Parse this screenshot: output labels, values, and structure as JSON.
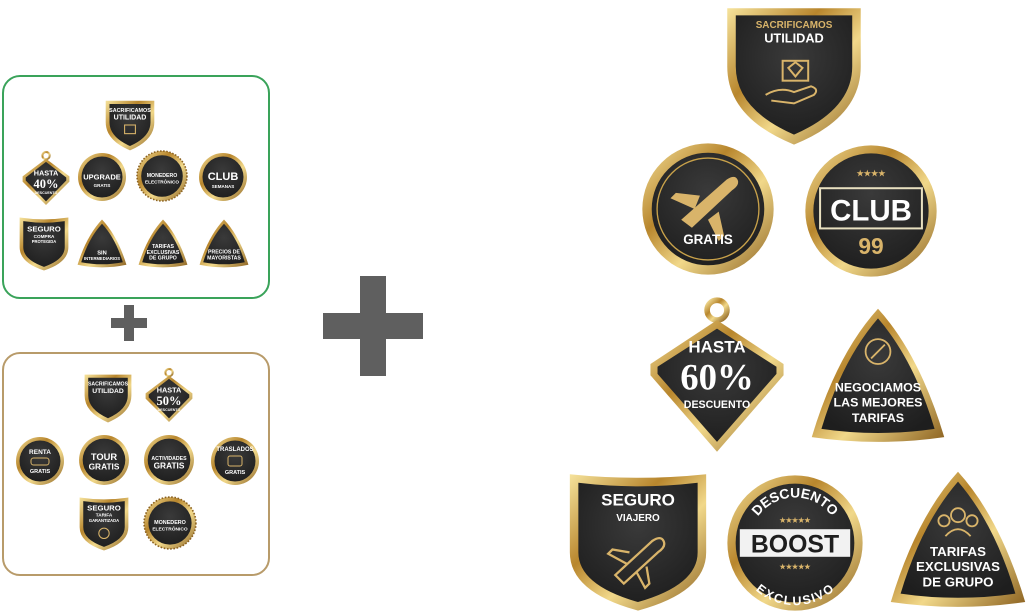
{
  "colors": {
    "gold": "#c9a24a",
    "gold_light": "#f3dd95",
    "badge_fill": "#2b2b2b",
    "green_border": "#3aa35a",
    "tan_border": "#b89b6a",
    "plus": "#5f5f5f"
  },
  "icons": {
    "plus_small": "plus-icon",
    "plus_big": "plus-icon"
  },
  "green_panel": {
    "sacrificamos": {
      "line1": "SACRIFICAMOS",
      "line2": "UTILIDAD"
    },
    "hasta40": {
      "line1": "HASTA",
      "value": "40%",
      "line3": "DESCUENTO"
    },
    "upgrade": {
      "line1": "UPGRADE",
      "line2": "GRATIS"
    },
    "monedero": {
      "line1": "MONEDERO",
      "line2": "ELECTRÓNICO"
    },
    "club": {
      "line1": "CLUB",
      "line2": "SEMANAS"
    },
    "seguro": {
      "line1": "SEGURO",
      "line2": "COMPRA",
      "line3": "PROTEGIDA"
    },
    "sin": {
      "line1": "SIN",
      "line2": "INTERMEDIARIOS"
    },
    "tarifas": {
      "line1": "TARIFAS",
      "line2": "EXCLUSIVAS",
      "line3": "DE GRUPO"
    },
    "precios": {
      "line1": "PRECIOS DE",
      "line2": "MAYORISTAS"
    }
  },
  "gold_panel": {
    "sacrificamos": {
      "line1": "SACRIFICAMOS",
      "line2": "UTILIDAD"
    },
    "hasta50": {
      "line1": "HASTA",
      "value": "50%",
      "line3": "DESCUENTO"
    },
    "renta": {
      "line1": "RENTA",
      "line2": "GRATIS"
    },
    "tour": {
      "line1": "TOUR",
      "line2": "GRATIS"
    },
    "actividades": {
      "line1": "ACTIVIDADES",
      "line2": "GRATIS"
    },
    "traslados": {
      "line1": "TRASLADOS",
      "line2": "GRATIS"
    },
    "seguro": {
      "line1": "SEGURO",
      "line2": "TARIFA",
      "line3": "GARANTIZADA"
    },
    "monedero": {
      "line1": "MONEDERO",
      "line2": "ELECTRÓNICO"
    }
  },
  "main": {
    "sacrificamos": {
      "line1": "SACRIFICAMOS",
      "line2": "UTILIDAD"
    },
    "gratis": {
      "label": "GRATIS"
    },
    "club99": {
      "line1": "CLUB",
      "line2": "99"
    },
    "hasta60": {
      "line1": "HASTA",
      "value": "60%",
      "line3": "DESCUENTO"
    },
    "negociamos": {
      "line1": "NEGOCIAMOS",
      "line2": "LAS MEJORES",
      "line3": "TARIFAS"
    },
    "seguro": {
      "line1": "SEGURO",
      "line2": "VIAJERO"
    },
    "boost": {
      "line1": "DESCUENTO",
      "line2": "BOOST",
      "line3": "EXCLUSIVO"
    },
    "tarifas": {
      "line1": "TARIFAS",
      "line2": "EXCLUSIVAS",
      "line3": "DE GRUPO"
    }
  }
}
